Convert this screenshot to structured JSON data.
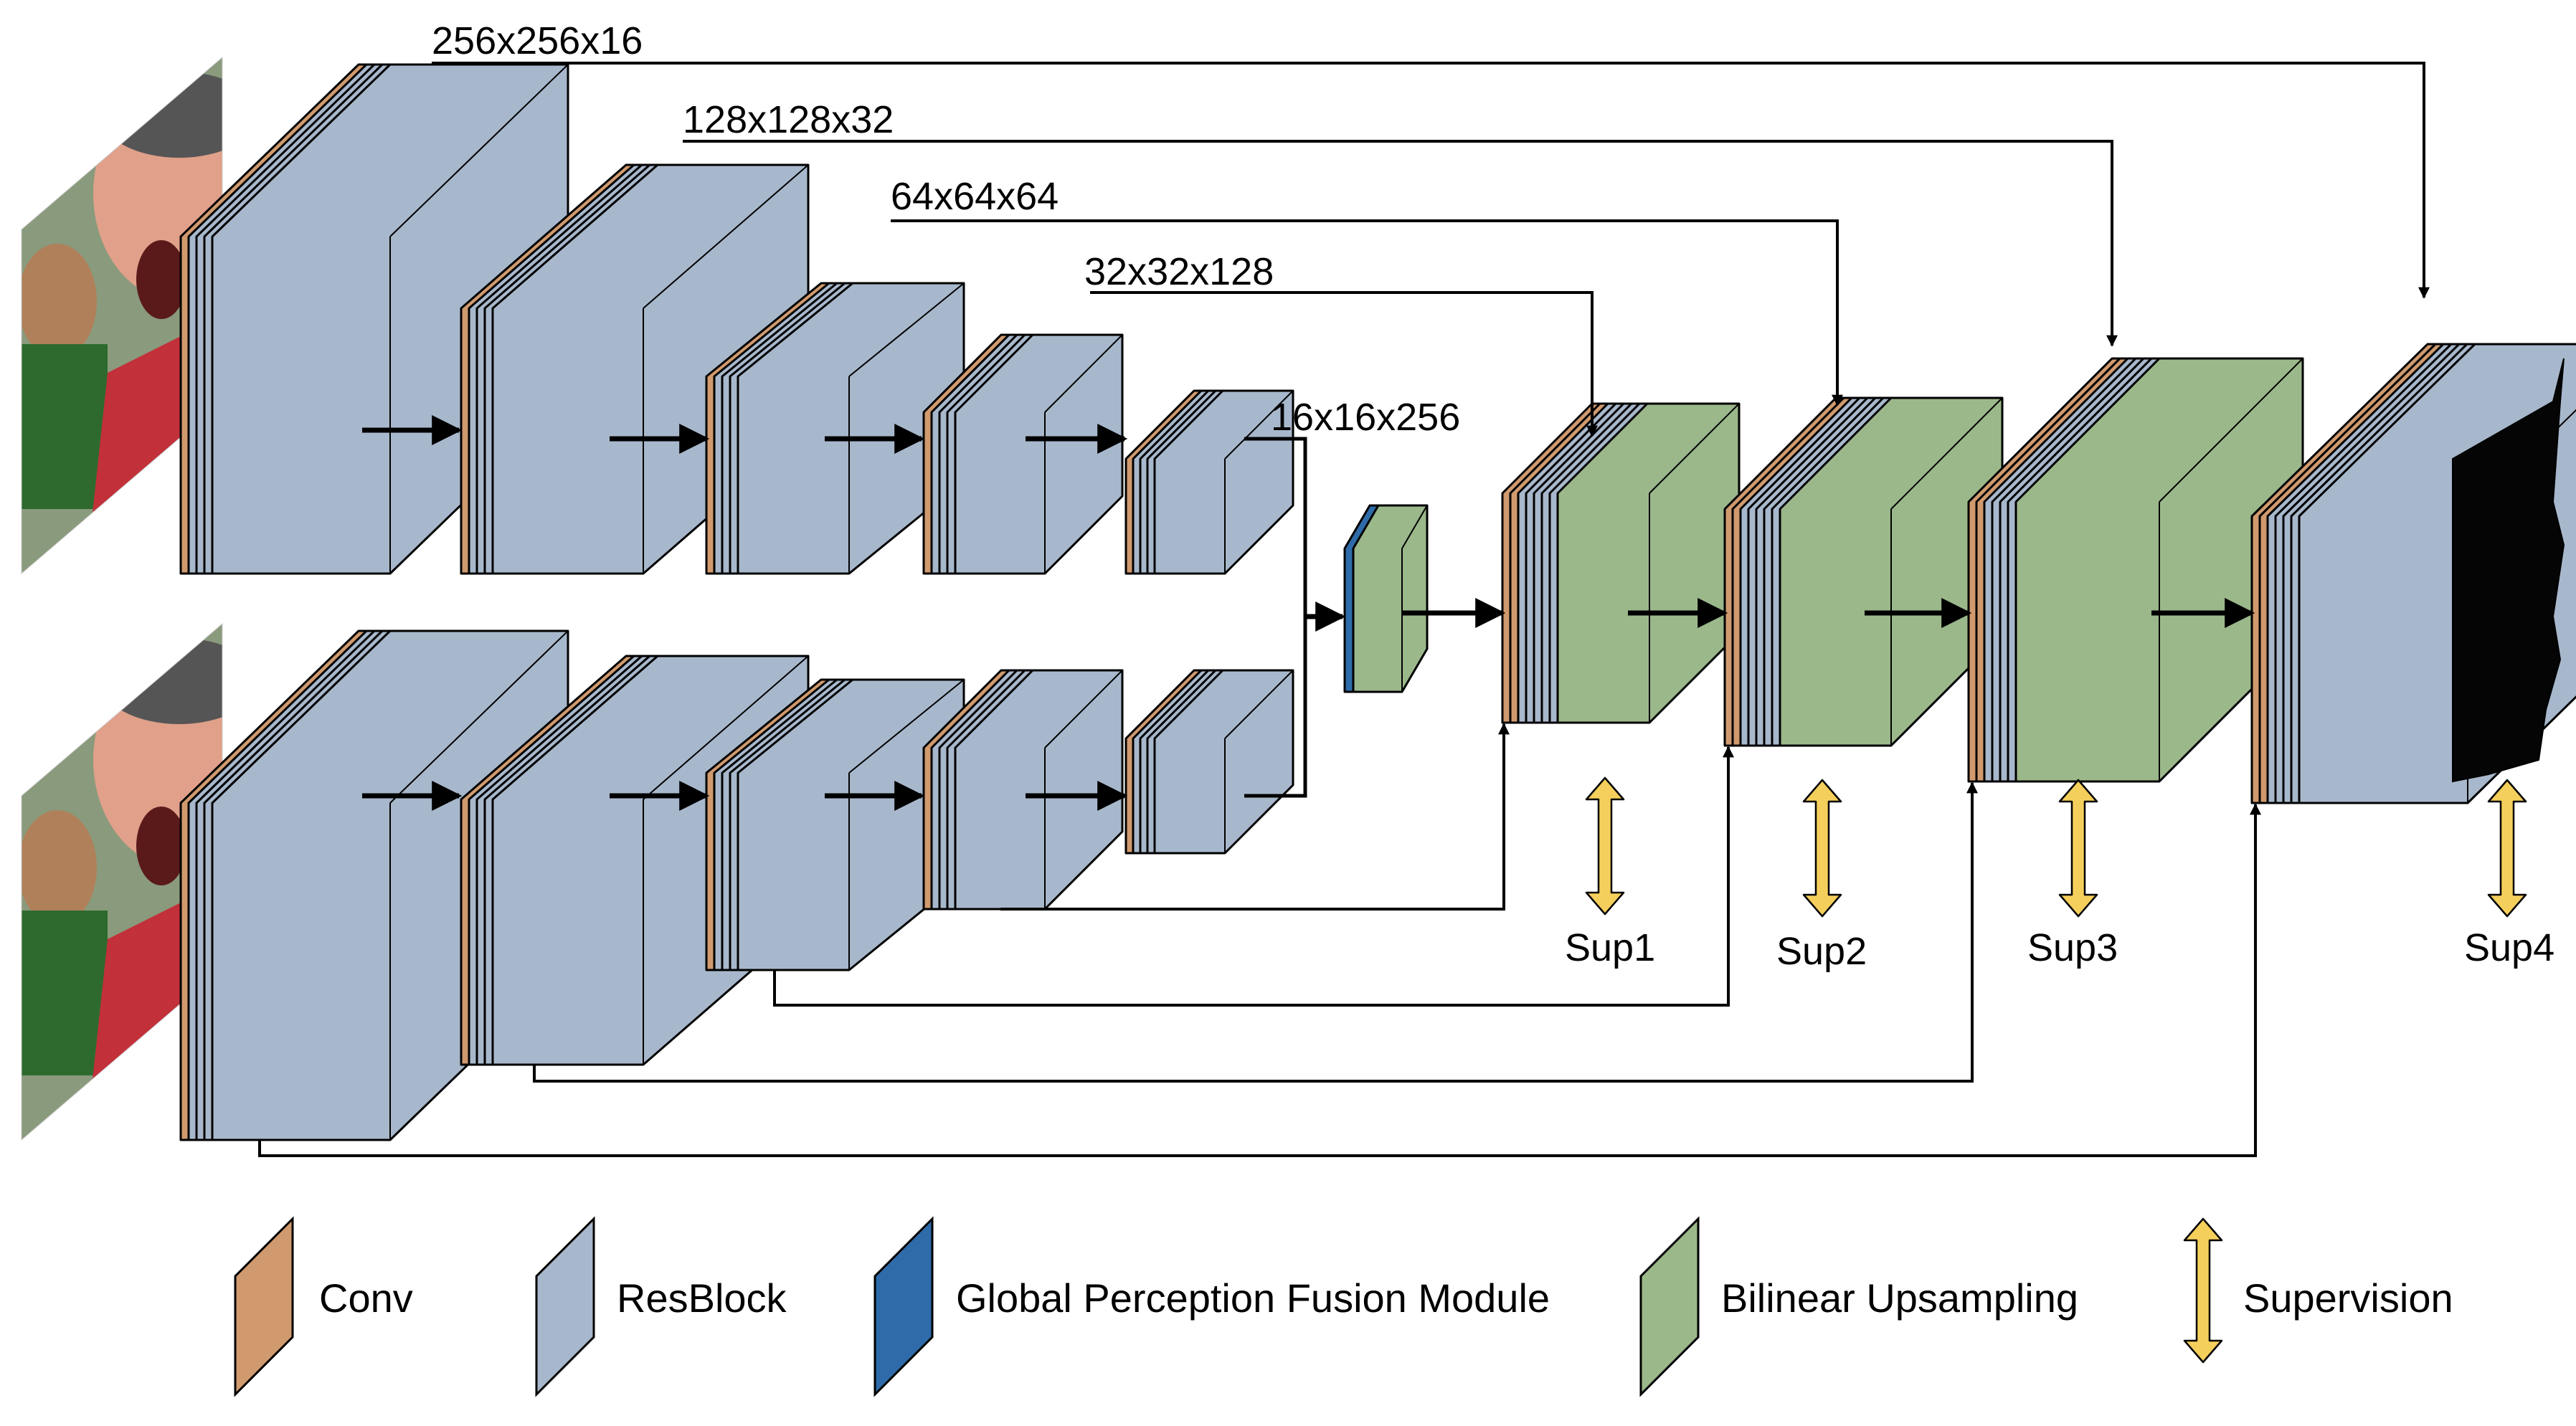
{
  "dims": {
    "d256": "256x256x16",
    "d128": "128x128x32",
    "d64": "64x64x64",
    "d32": "32x32x128",
    "d16": "16x16x256"
  },
  "sup": [
    "Sup1",
    "Sup2",
    "Sup3",
    "Sup4"
  ],
  "legend": {
    "conv": "Conv",
    "resblock": "ResBlock",
    "gpfm": "Global Perception Fusion Module",
    "upsample": "Bilinear Upsampling",
    "supervision": "Supervision"
  },
  "colors": {
    "conv": "#D09A6E",
    "resblock": "#A8B8CC",
    "gpfm": "#2E6BA8",
    "upsample": "#9BB88B",
    "supervision": "#F5CF5C",
    "stroke": "#000000",
    "photo_sky": "#8A9A7C",
    "photo_skin": "#E0A08A",
    "photo_red": "#C2303A",
    "photo_green": "#2E6A2E",
    "mask": "#050505"
  }
}
